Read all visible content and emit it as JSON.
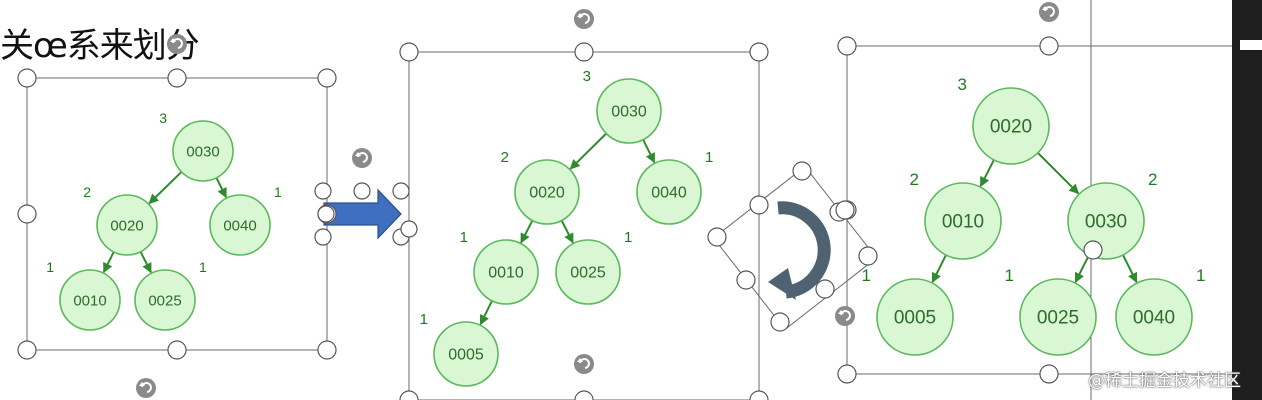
{
  "heading": "关œ系来划分",
  "watermark": "@稀土掘金技术社区",
  "trees": [
    {
      "nodes": [
        {
          "id": "0030",
          "height": "3"
        },
        {
          "id": "0020",
          "height": "2"
        },
        {
          "id": "0040",
          "height": "1"
        },
        {
          "id": "0010",
          "height": "1"
        },
        {
          "id": "0025",
          "height": "1"
        }
      ],
      "edges": [
        [
          "0030",
          "0020"
        ],
        [
          "0030",
          "0040"
        ],
        [
          "0020",
          "0010"
        ],
        [
          "0020",
          "0025"
        ]
      ]
    },
    {
      "nodes": [
        {
          "id": "0030",
          "height": "3"
        },
        {
          "id": "0020",
          "height": "2"
        },
        {
          "id": "0040",
          "height": "1"
        },
        {
          "id": "0010",
          "height": "1"
        },
        {
          "id": "0025",
          "height": "1"
        },
        {
          "id": "0005",
          "height": "1"
        }
      ],
      "edges": [
        [
          "0030",
          "0020"
        ],
        [
          "0030",
          "0040"
        ],
        [
          "0020",
          "0010"
        ],
        [
          "0020",
          "0025"
        ],
        [
          "0010",
          "0005"
        ]
      ]
    },
    {
      "nodes": [
        {
          "id": "0020",
          "height": "3"
        },
        {
          "id": "0010",
          "height": "2"
        },
        {
          "id": "0030",
          "height": "2"
        },
        {
          "id": "0005",
          "height": "1"
        },
        {
          "id": "0025",
          "height": "1"
        },
        {
          "id": "0040",
          "height": "1"
        }
      ],
      "edges": [
        [
          "0020",
          "0010"
        ],
        [
          "0020",
          "0030"
        ],
        [
          "0010",
          "0005"
        ],
        [
          "0030",
          "0025"
        ],
        [
          "0030",
          "0040"
        ]
      ]
    }
  ],
  "colors": {
    "node_fill": "#d9f7d3",
    "node_stroke": "#5cb85c",
    "edge": "#2e8b2e",
    "arrow_shape": "#3f6fbf",
    "rotate_shape": "#4f6272"
  },
  "icons": {
    "insert_arrow": "right-arrow-icon",
    "rotation": "rotate-arrow-icon",
    "rotation_handle": "rotate-handle-icon"
  }
}
